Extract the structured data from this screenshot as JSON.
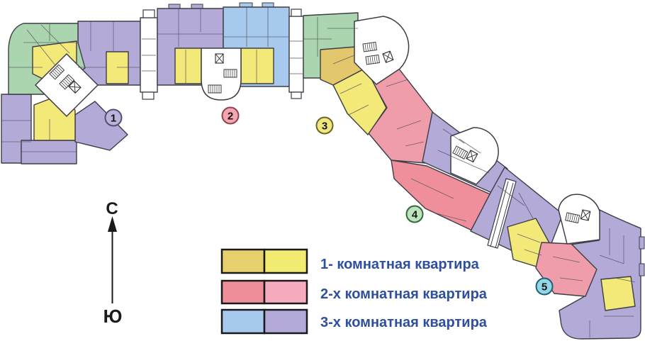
{
  "plan": {
    "colors": {
      "outline": "#3d3d46",
      "wall_detail": "#52525c",
      "core": "#ffffff",
      "green": "#abd5ae",
      "purple": "#b3aad8",
      "blue": "#a7c9ee",
      "yellow": "#f2e979",
      "yellow_dark": "#e3c76c",
      "pink": "#ef9dab",
      "pink_dark": "#ee8f9b"
    },
    "sections": [
      {
        "number": "1",
        "marker_fill": "#bcb3da",
        "marker_stroke": "#555070"
      },
      {
        "number": "2",
        "marker_fill": "#f3a6b1",
        "marker_stroke": "#8f4450"
      },
      {
        "number": "3",
        "marker_fill": "#f0e87d",
        "marker_stroke": "#6e6424"
      },
      {
        "number": "4",
        "marker_fill": "#bce3bd",
        "marker_stroke": "#35693c"
      },
      {
        "number": "5",
        "marker_fill": "#93d7e6",
        "marker_stroke": "#1e6079"
      }
    ],
    "marker_number_color": "#141414"
  },
  "compass": {
    "north": "С",
    "south": "Ю",
    "color": "#1a1a1a"
  },
  "legend": {
    "text_color": "#2d4f9e",
    "swatch_border": "#1a1a1a",
    "items": [
      {
        "label": "1- комнатная квартира",
        "swatch_left": "#e8cf6d",
        "swatch_right": "#f2eb72"
      },
      {
        "label": "2-х комнатная квартира",
        "swatch_left": "#ee8e98",
        "swatch_right": "#f7abbe"
      },
      {
        "label": "3-х комнатная квартира",
        "swatch_left": "#a7c9ee",
        "swatch_right": "#b3aad9"
      }
    ]
  }
}
